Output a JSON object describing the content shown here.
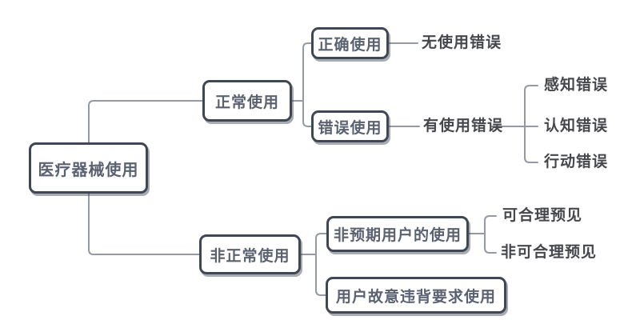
{
  "tree": {
    "root": {
      "label": "医疗器械使用"
    },
    "normal": {
      "label": "正常使用",
      "correct": {
        "label": "正确使用",
        "result": "无使用错误"
      },
      "wrong": {
        "label": "错误使用",
        "result": "有使用错误",
        "error_types": [
          "感知错误",
          "认知错误",
          "行动错误"
        ]
      }
    },
    "abnormal": {
      "label": "非正常使用",
      "unintended_user": {
        "label": "非预期用户的使用",
        "foreseeability": [
          "可合理预见",
          "非可合理预见"
        ]
      },
      "intentional_violation": {
        "label": "用户故意违背要求使用"
      }
    }
  },
  "colors": {
    "node_border": "#3f4654",
    "node_text": "#5a6170",
    "label_text": "#45474c",
    "connector": "#949aa3",
    "background": "#ffffff"
  }
}
